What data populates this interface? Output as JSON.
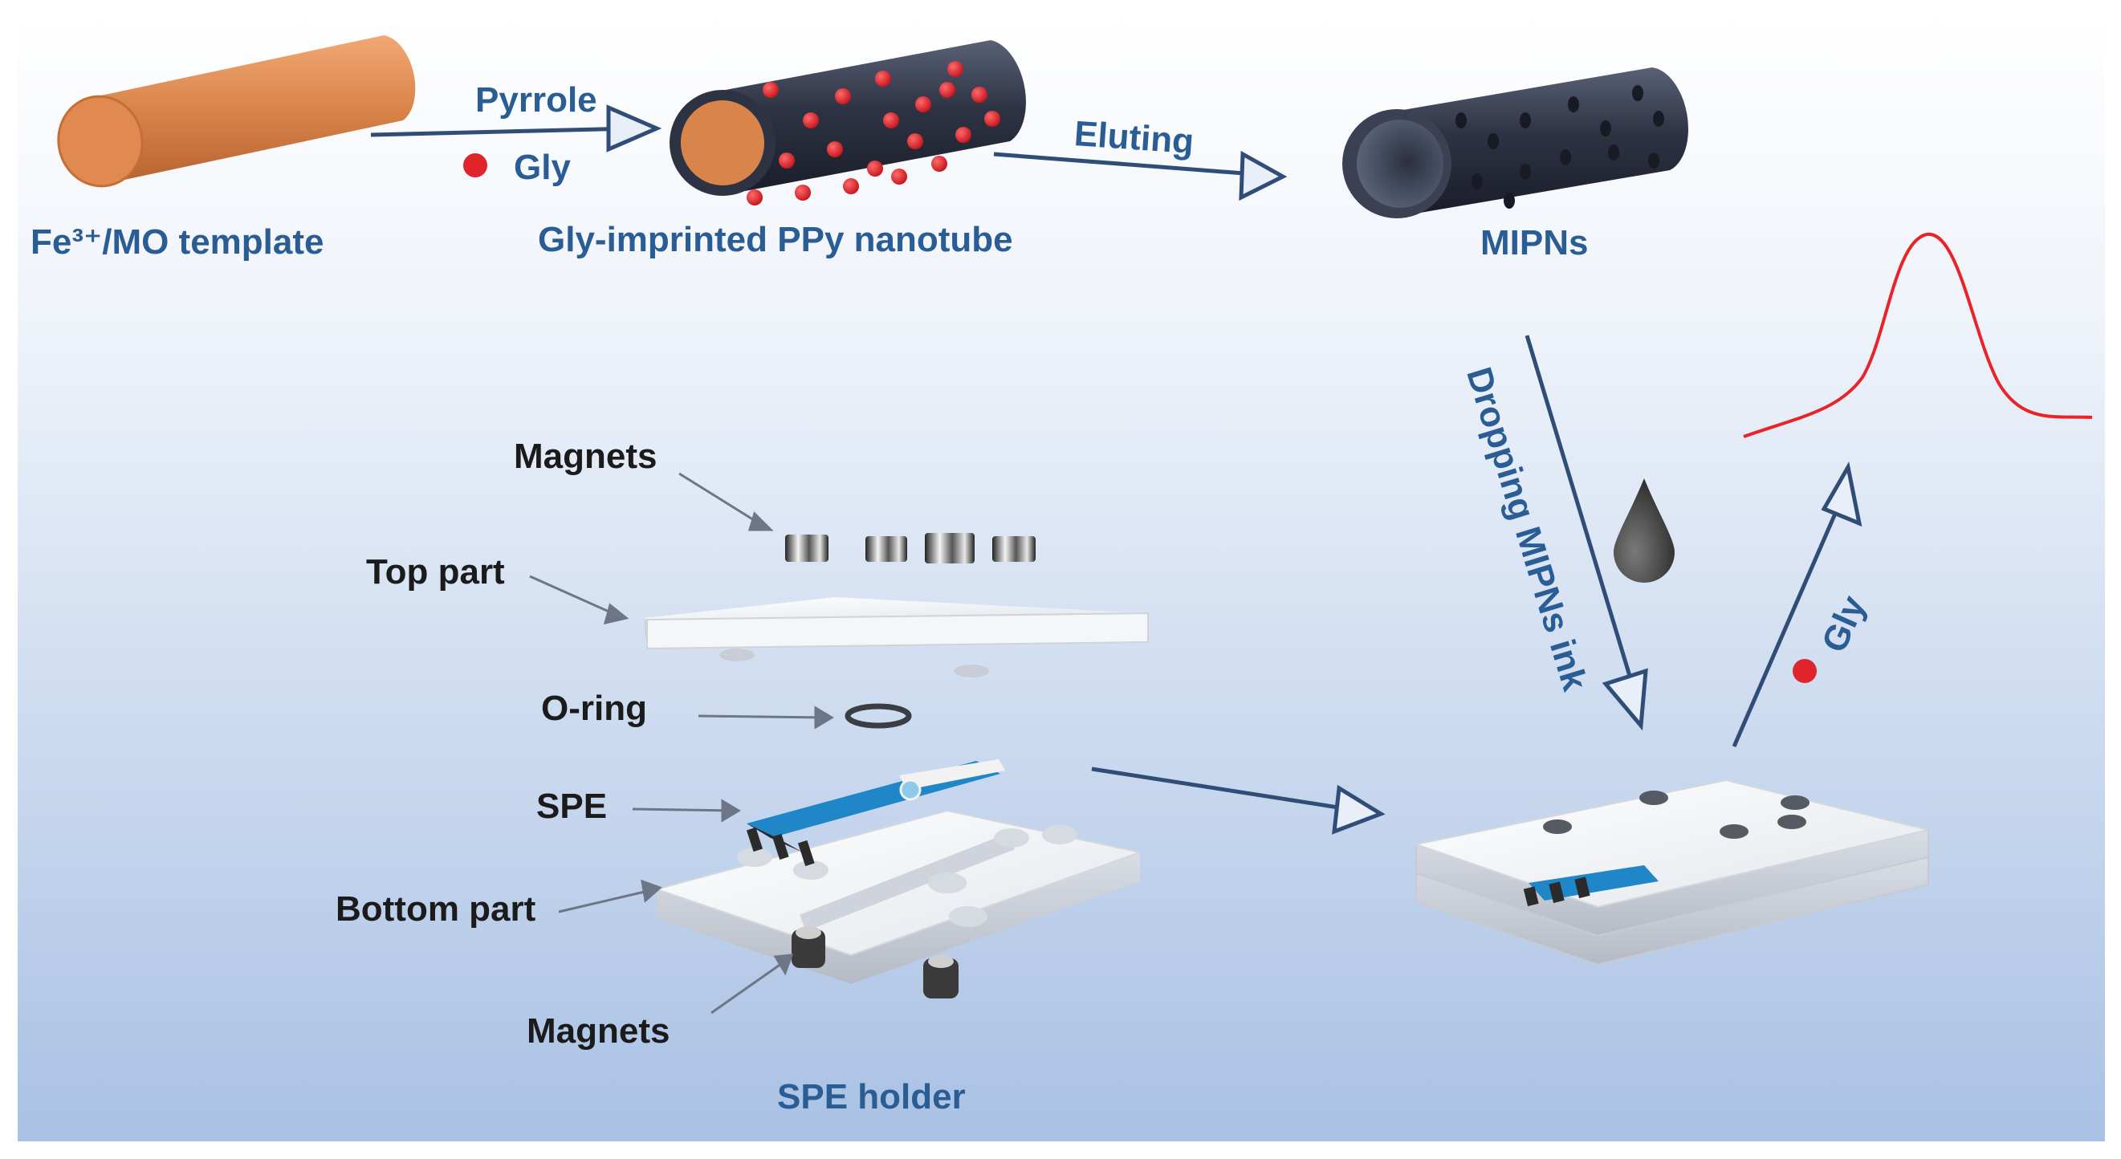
{
  "labels": {
    "template": "Fe³⁺/MO template",
    "reagent_pyrrole": "Pyrrole",
    "reagent_gly": "Gly",
    "imprinted_tube": "Gly-imprinted PPy nanotube",
    "eluting": "Eluting",
    "mipns": "MIPNs",
    "dropping": "Dropping MIPNs ink",
    "gly_detect": "Gly",
    "magnets_top": "Magnets",
    "top_part": "Top part",
    "o_ring": "O-ring",
    "spe": "SPE",
    "bottom_part": "Bottom part",
    "magnets_bottom": "Magnets",
    "spe_holder": "SPE holder"
  },
  "colors": {
    "arrow": "#2f4d77",
    "label_blue": "#2a5d93",
    "template_orange": "#d9844a",
    "polymer_dark": "#2e3344",
    "gly_red": "#e0242c",
    "spe_blue": "#1f86c8",
    "peak_red": "#e8242a",
    "background_top": "#ffffff",
    "background_bottom": "#a9c1e4"
  }
}
